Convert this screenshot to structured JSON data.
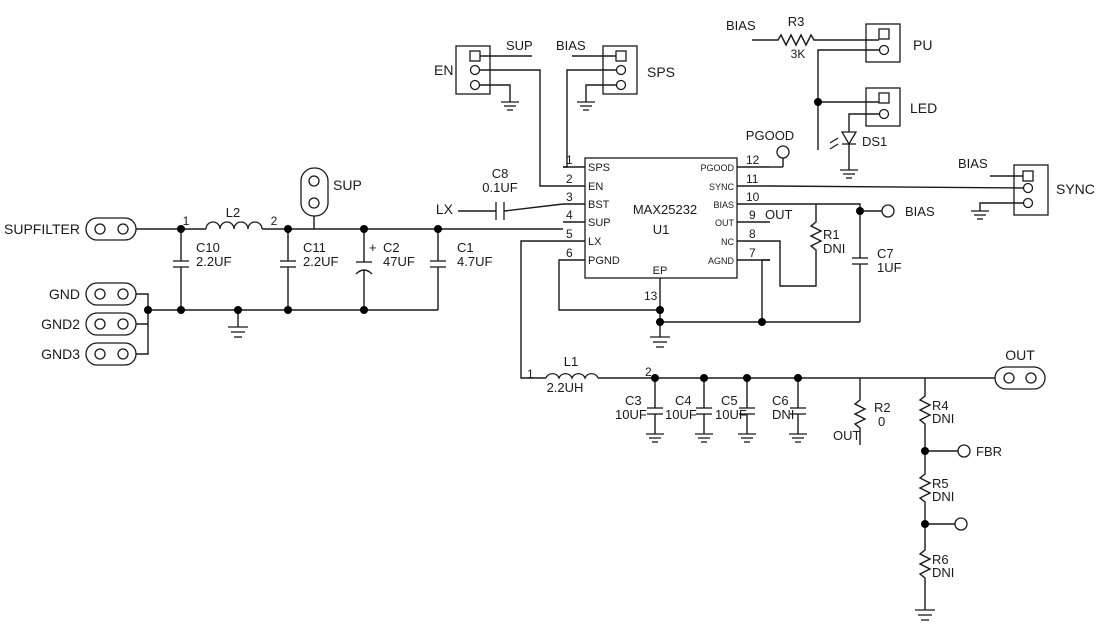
{
  "ic": {
    "part": "MAX25232",
    "ref": "U1",
    "pins_left": [
      {
        "num": "1",
        "name": "SPS"
      },
      {
        "num": "2",
        "name": "EN"
      },
      {
        "num": "3",
        "name": "BST"
      },
      {
        "num": "4",
        "name": "SUP"
      },
      {
        "num": "5",
        "name": "LX"
      },
      {
        "num": "6",
        "name": "PGND"
      }
    ],
    "pins_right": [
      {
        "num": "12",
        "name": "PGOOD"
      },
      {
        "num": "11",
        "name": "SYNC"
      },
      {
        "num": "10",
        "name": "BIAS"
      },
      {
        "num": "9",
        "name": "OUT"
      },
      {
        "num": "8",
        "name": "NC"
      },
      {
        "num": "7",
        "name": "AGND"
      }
    ],
    "ep_name": "EP",
    "ep_num": "13"
  },
  "terminals": {
    "supfilter": "SUPFILTER",
    "gnd": "GND",
    "gnd2": "GND2",
    "gnd3": "GND3",
    "sup": "SUP",
    "out": "OUT"
  },
  "components": {
    "l2": {
      "ref": "L2"
    },
    "c10": {
      "ref": "C10",
      "value": "2.2UF"
    },
    "c11": {
      "ref": "C11",
      "value": "2.2UF"
    },
    "c2": {
      "ref": "C2",
      "value": "47UF",
      "polarity": "+"
    },
    "c1": {
      "ref": "C1",
      "value": "4.7UF"
    },
    "c8": {
      "ref": "C8",
      "value": "0.1UF"
    },
    "r3": {
      "ref": "R3",
      "value": "3K"
    },
    "ds1": {
      "ref": "DS1"
    },
    "r1": {
      "ref": "R1",
      "value": "DNI"
    },
    "c7": {
      "ref": "C7",
      "value": "1UF"
    },
    "l1": {
      "ref": "L1",
      "value": "2.2UH"
    },
    "c3": {
      "ref": "C3",
      "value": "10UF"
    },
    "c4": {
      "ref": "C4",
      "value": "10UF"
    },
    "c5": {
      "ref": "C5",
      "value": "10UF"
    },
    "c6": {
      "ref": "C6",
      "value": "DNI"
    },
    "r2": {
      "ref": "R2",
      "value": "0"
    },
    "r4": {
      "ref": "R4",
      "value": "DNI"
    },
    "r5": {
      "ref": "R5",
      "value": "DNI"
    },
    "r6": {
      "ref": "R6",
      "value": "DNI"
    }
  },
  "headers": {
    "en": "EN",
    "sps": "SPS",
    "pu": "PU",
    "led": "LED",
    "sync": "SYNC"
  },
  "nets": {
    "sup": "SUP",
    "bias": "BIAS",
    "lx": "LX",
    "pgood": "PGOOD",
    "out": "OUT",
    "fbr": "FBR"
  },
  "node_nums": {
    "l2_left": "1",
    "l2_right": "2",
    "l1_left": "1",
    "l1_right": "2"
  }
}
